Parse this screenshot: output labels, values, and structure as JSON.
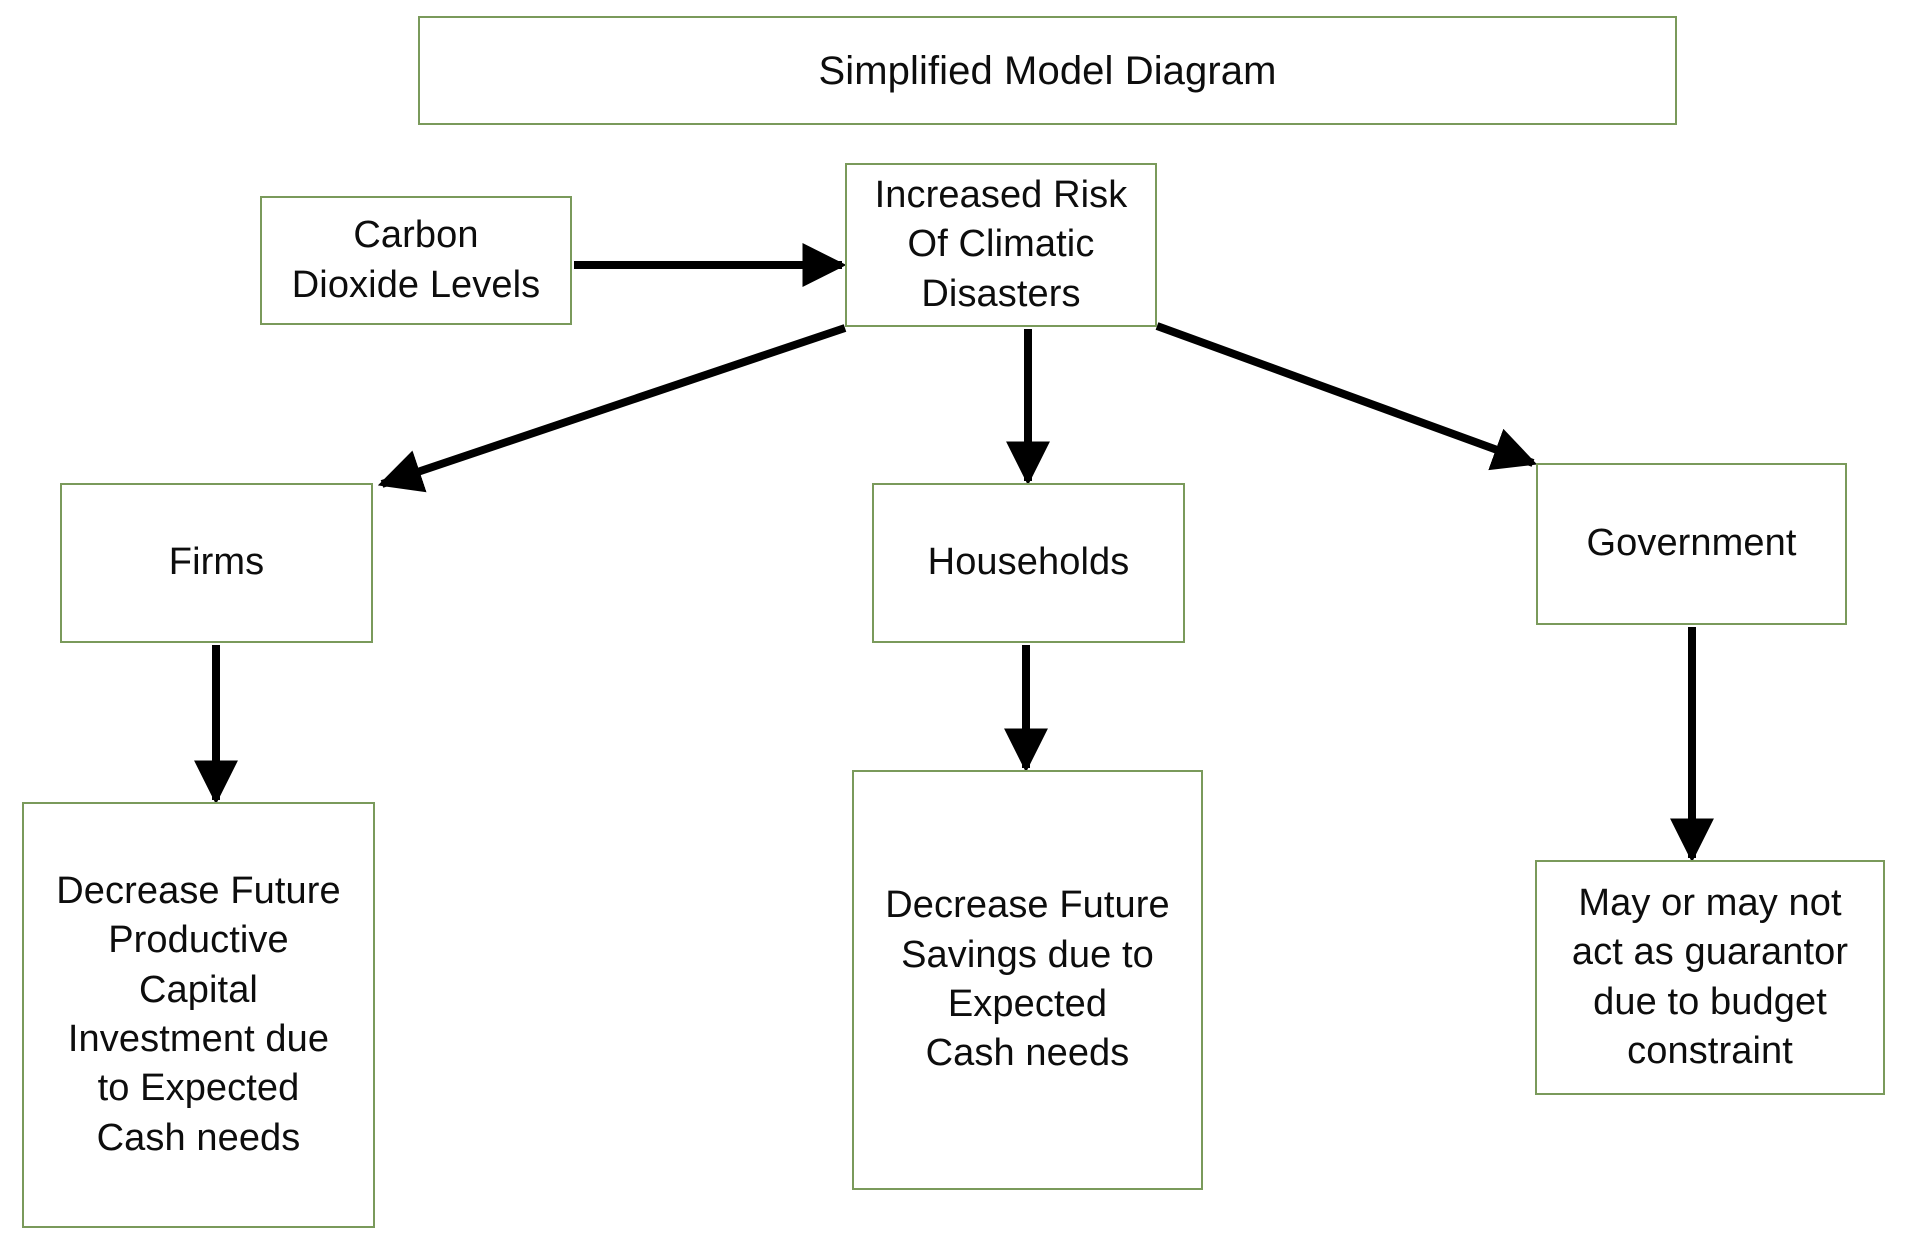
{
  "diagram": {
    "title": "Simplified Model Diagram",
    "border_color": "#7a9a5b",
    "arrow_color": "#000000",
    "background_color": "#ffffff",
    "nodes": {
      "title": "Simplified Model Diagram",
      "co2": "Carbon\nDioxide Levels",
      "risk": "Increased Risk\nOf Climatic\nDisasters",
      "firms": "Firms",
      "households": "Households",
      "government": "Government",
      "firms_outcome": "Decrease Future\nProductive\nCapital\nInvestment due\nto Expected\nCash needs",
      "households_outcome": "Decrease Future\nSavings due to\nExpected\nCash needs",
      "government_outcome": "May or may not\nact as guarantor\ndue to budget\nconstraint"
    },
    "edges": [
      {
        "from": "co2",
        "to": "risk",
        "style": "straight-horizontal"
      },
      {
        "from": "risk",
        "to": "firms",
        "style": "diagonal-left"
      },
      {
        "from": "risk",
        "to": "households",
        "style": "straight-vertical"
      },
      {
        "from": "risk",
        "to": "government",
        "style": "diagonal-right"
      },
      {
        "from": "firms",
        "to": "firms_outcome",
        "style": "straight-vertical"
      },
      {
        "from": "households",
        "to": "households_outcome",
        "style": "straight-vertical"
      },
      {
        "from": "government",
        "to": "government_outcome",
        "style": "straight-vertical"
      }
    ]
  }
}
